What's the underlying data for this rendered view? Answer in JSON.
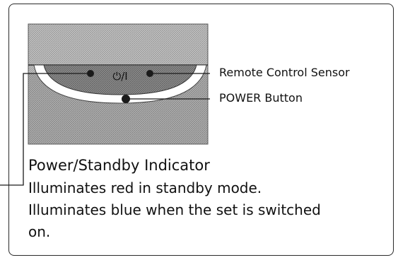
{
  "panel_symbol": "⏻/I",
  "labels": {
    "remote_sensor": "Remote Control Sensor",
    "power_button": "POWER Button"
  },
  "indicator": {
    "title": "Power/Standby Indicator",
    "line1": "Illuminates red in standby mode.",
    "line2": "Illuminates blue when the set is switched",
    "line3": "on."
  },
  "colors": {
    "panel": "#b8b8b8",
    "panel_dark": "#8a8a8a",
    "border": "#2a2a2a"
  }
}
